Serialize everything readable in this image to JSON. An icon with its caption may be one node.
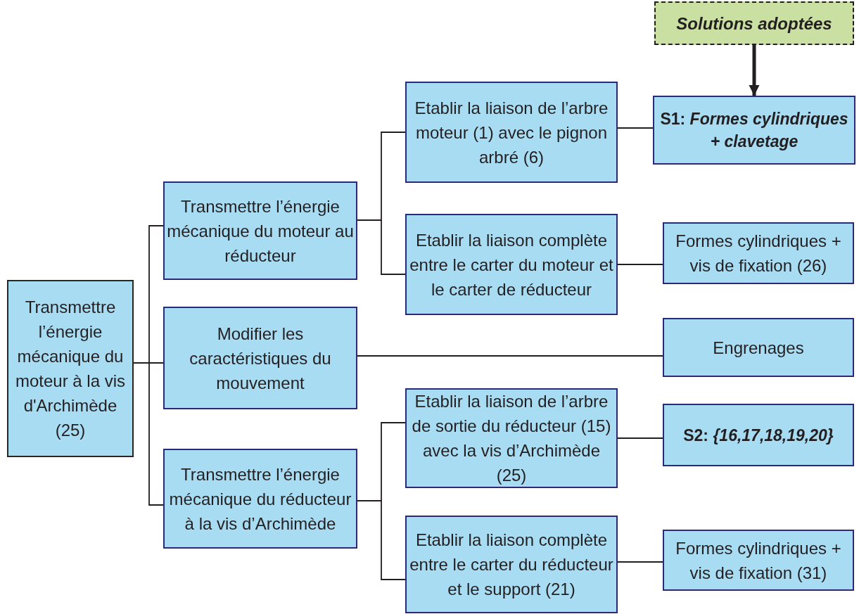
{
  "diagram": {
    "nodes": [
      {
        "text": [
          "Transmettre l’énergie mécanique du moteur à la vis d'Archimède (25)"
        ]
      },
      {
        "text": [
          "Transmettre l’énergie mécanique du moteur au réducteur"
        ]
      },
      {
        "text": [
          "Modifier les caractéristiques du mouvement"
        ]
      },
      {
        "text": [
          "Transmettre l’énergie mécanique du réducteur à la vis d’Archimède"
        ]
      },
      {
        "text": [
          "Etablir la liaison de l’arbre moteur (1) avec le pignon arbré (6)"
        ]
      },
      {
        "text": [
          "Etablir la liaison complète entre le carter du moteur  et le carter de réducteur"
        ]
      },
      {
        "text": [
          "Etablir la liaison de l’arbre de sortie du réducteur (15) avec la vis d’Archimède (25)"
        ]
      },
      {
        "text": [
          "Etablir la liaison complète entre le carter du réducteur et le support (21)"
        ]
      },
      {
        "text": [
          "Solutions adoptées"
        ]
      },
      {
        "text": [
          "S1: *Formes cylindriques + clavetage*"
        ]
      },
      {
        "text": [
          "Formes cylindriques + vis de fixation (26)"
        ]
      },
      {
        "text": [
          "Engrenages"
        ]
      },
      {
        "text": [
          "S2: *{16,17,18,19,20}*"
        ]
      },
      {
        "text": [
          "Formes cylindriques + vis de fixation (31)"
        ]
      }
    ],
    "edges": [
      {
        "from": 0,
        "to": 1,
        "arrow": "none"
      },
      {
        "from": 0,
        "to": 2,
        "arrow": "none"
      },
      {
        "from": 0,
        "to": 3,
        "arrow": "none"
      },
      {
        "from": 1,
        "to": 4,
        "arrow": "none"
      },
      {
        "from": 1,
        "to": 5,
        "arrow": "none"
      },
      {
        "from": 3,
        "to": 6,
        "arrow": "none"
      },
      {
        "from": 3,
        "to": 7,
        "arrow": "none"
      },
      {
        "from": 4,
        "to": 9,
        "arrow": "none"
      },
      {
        "from": 5,
        "to": 10,
        "arrow": "none"
      },
      {
        "from": 2,
        "to": 11,
        "arrow": "none"
      },
      {
        "from": 6,
        "to": 12,
        "arrow": "none"
      },
      {
        "from": 7,
        "to": 13,
        "arrow": "none"
      },
      {
        "from": 8,
        "to": 9,
        "arrow": "to",
        "style": "thick"
      }
    ]
  }
}
